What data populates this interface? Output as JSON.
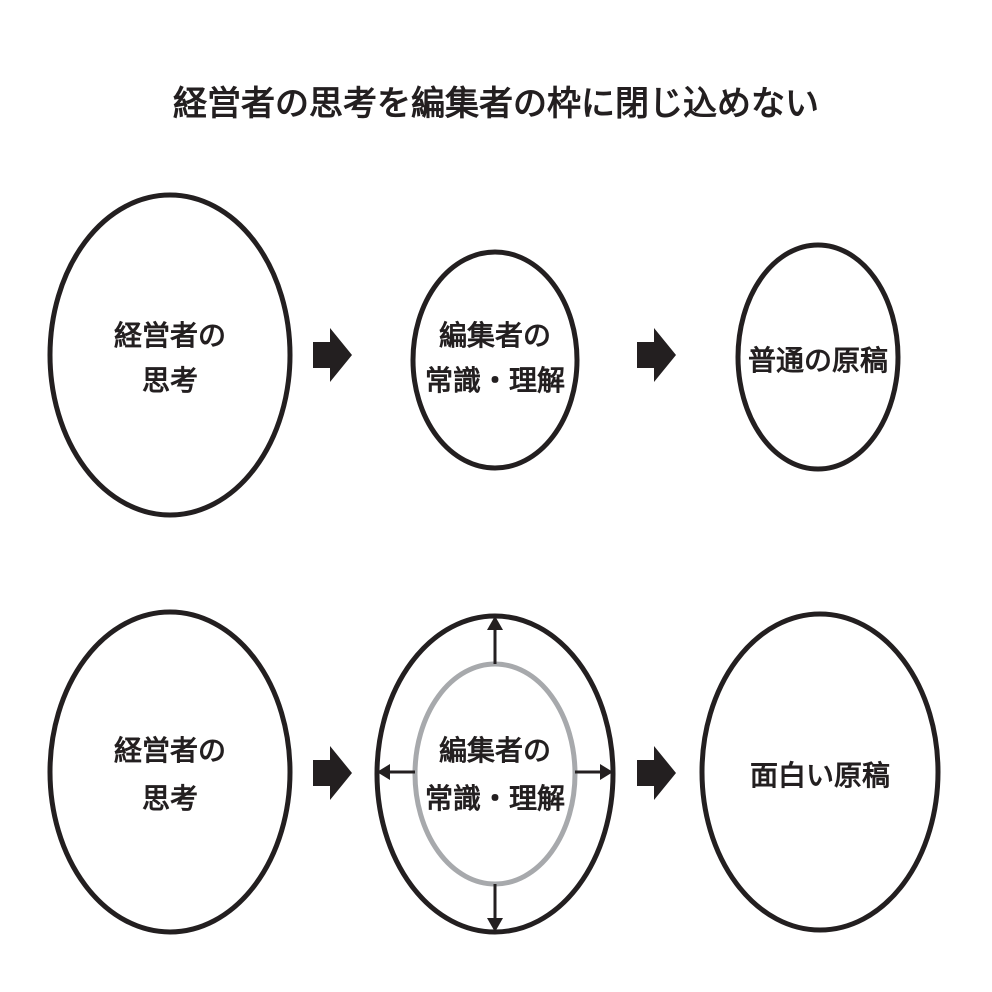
{
  "title": "経営者の思考を編集者の枠に閉じ込めない",
  "rows": [
    {
      "nodes": [
        {
          "lines": [
            "経営者の",
            "思考"
          ]
        },
        {
          "lines": [
            "編集者の",
            "常識・理解"
          ]
        },
        {
          "lines": [
            "普通の原稿"
          ]
        }
      ]
    },
    {
      "nodes": [
        {
          "lines": [
            "経営者の",
            "思考"
          ]
        },
        {
          "lines": [
            "編集者の",
            "常識・理解"
          ]
        },
        {
          "lines": [
            "面白い原稿"
          ]
        }
      ]
    }
  ],
  "colors": {
    "stroke": "#231f20",
    "inner_ring": "#a7a9ac",
    "background": "#ffffff"
  }
}
